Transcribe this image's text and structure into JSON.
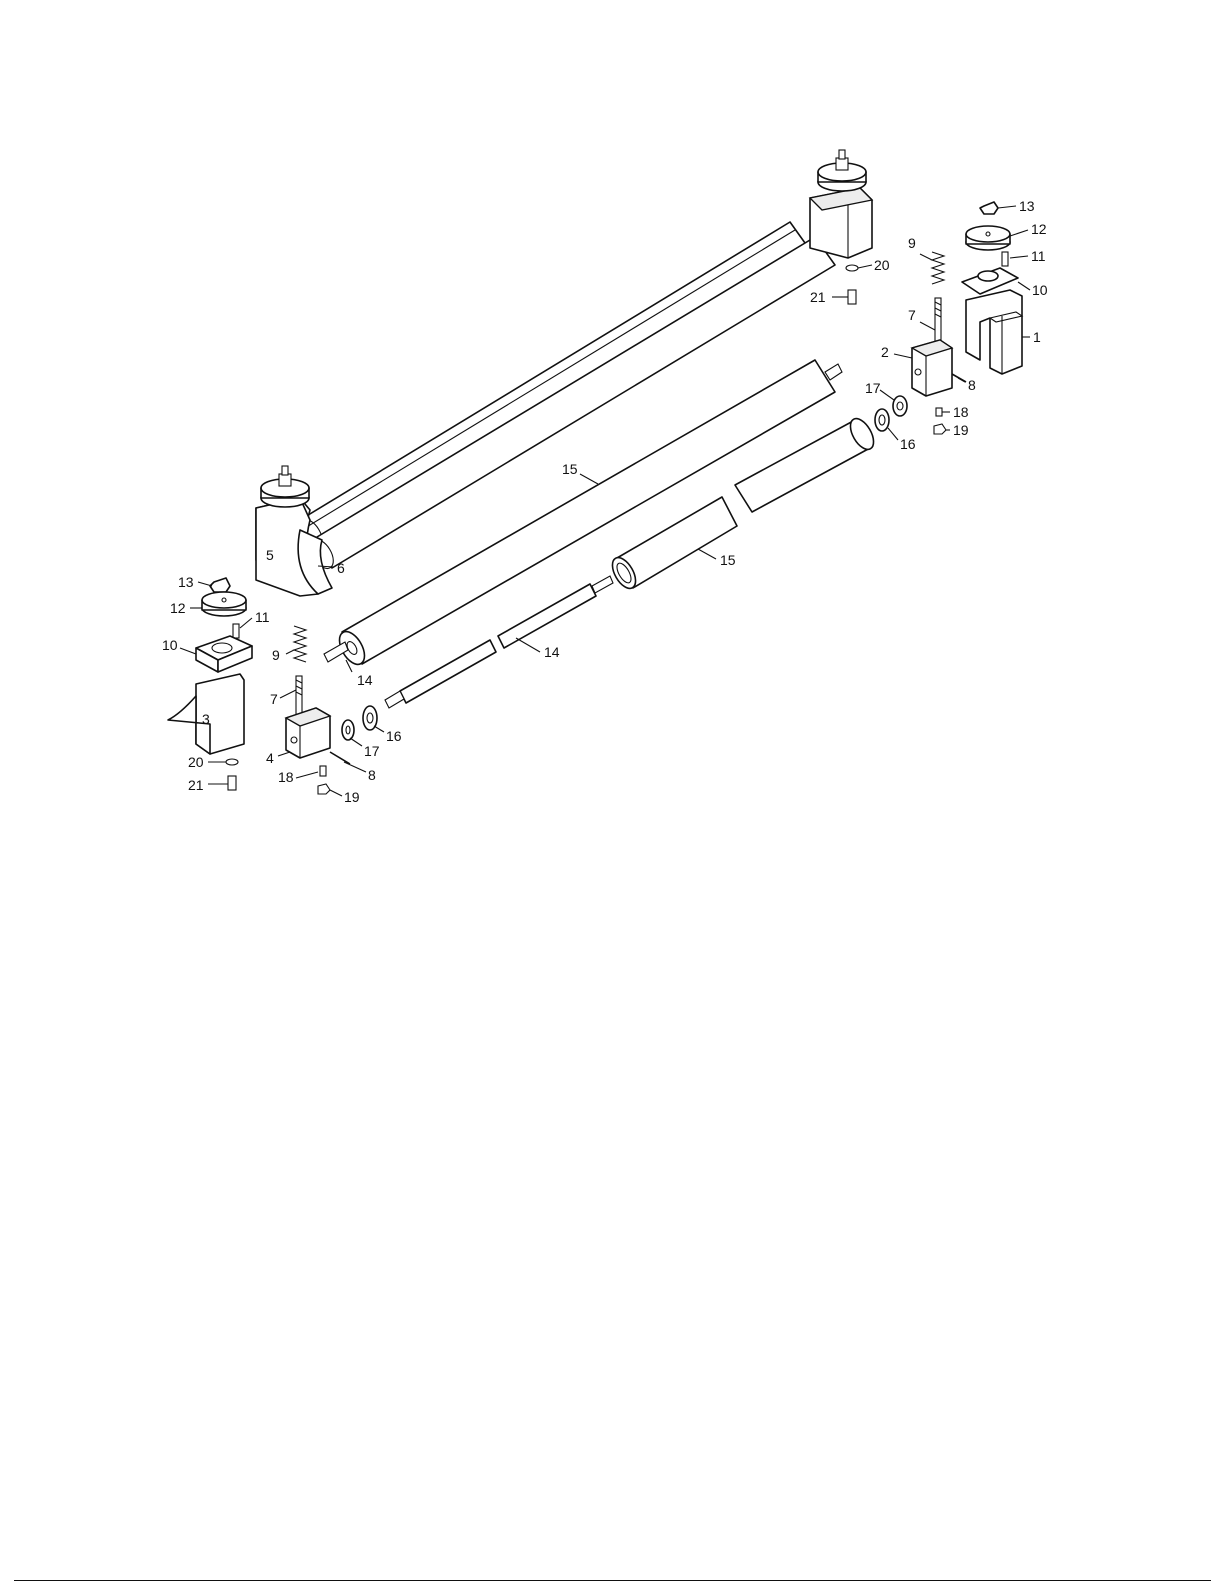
{
  "callouts": {
    "c1": "1",
    "c2": "2",
    "c3": "3",
    "c4": "4",
    "c5": "5",
    "c6": "6",
    "c7a": "7",
    "c7b": "7",
    "c8a": "8",
    "c8b": "8",
    "c9a": "9",
    "c9b": "9",
    "c10a": "10",
    "c10b": "10",
    "c11a": "11",
    "c11b": "11",
    "c12a": "12",
    "c12b": "12",
    "c13a": "13",
    "c13b": "13",
    "c14a": "14",
    "c14b": "14",
    "c15a": "15",
    "c15b": "15",
    "c16a": "16",
    "c16b": "16",
    "c17a": "17",
    "c17b": "17",
    "c18a": "18",
    "c18b": "18",
    "c19a": "19",
    "c19b": "19",
    "c20a": "20",
    "c20b": "20",
    "c21a": "21",
    "c21b": "21"
  }
}
